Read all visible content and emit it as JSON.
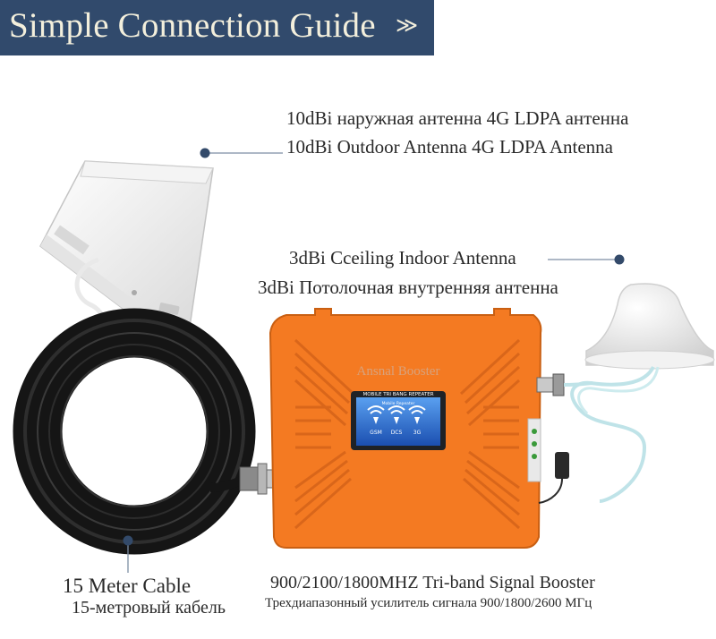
{
  "banner": {
    "title": "Simple Connection Guide",
    "chevron": "≫",
    "bg_color": "#314a6c",
    "text_color": "#f3efdc"
  },
  "outdoor_antenna": {
    "label_ru": "10dBi наружная антенна 4G LDPA антенна",
    "label_en": "10dBi Outdoor Antenna 4G LDPA Antenna"
  },
  "indoor_antenna": {
    "label_en": "3dBi Cceiling Indoor Antenna",
    "label_ru": "3dBi Потолочная внутренняя антенна"
  },
  "cable": {
    "label_en": "15 Meter Cable",
    "label_ru": "15-метровый кабель"
  },
  "booster": {
    "label_en": "900/2100/1800MHZ Tri-band Signal Booster",
    "label_ru": "Трехдиапазонный усилитель сигнала 900/1800/2600 МГц",
    "brand": "Ansnal Booster",
    "screen_title": "MOBILE TRI BANG REPEATER",
    "screen_subtitle": "Mobile Repeater",
    "bands": [
      "GSM",
      "DCS",
      "3G"
    ],
    "body_color": "#f47a22",
    "screen_color": "#2c6fd6"
  },
  "icons": {
    "callout_dot": "dot-icon",
    "chevron": "double-chevron-icon",
    "signal": "signal-fan-icon"
  }
}
